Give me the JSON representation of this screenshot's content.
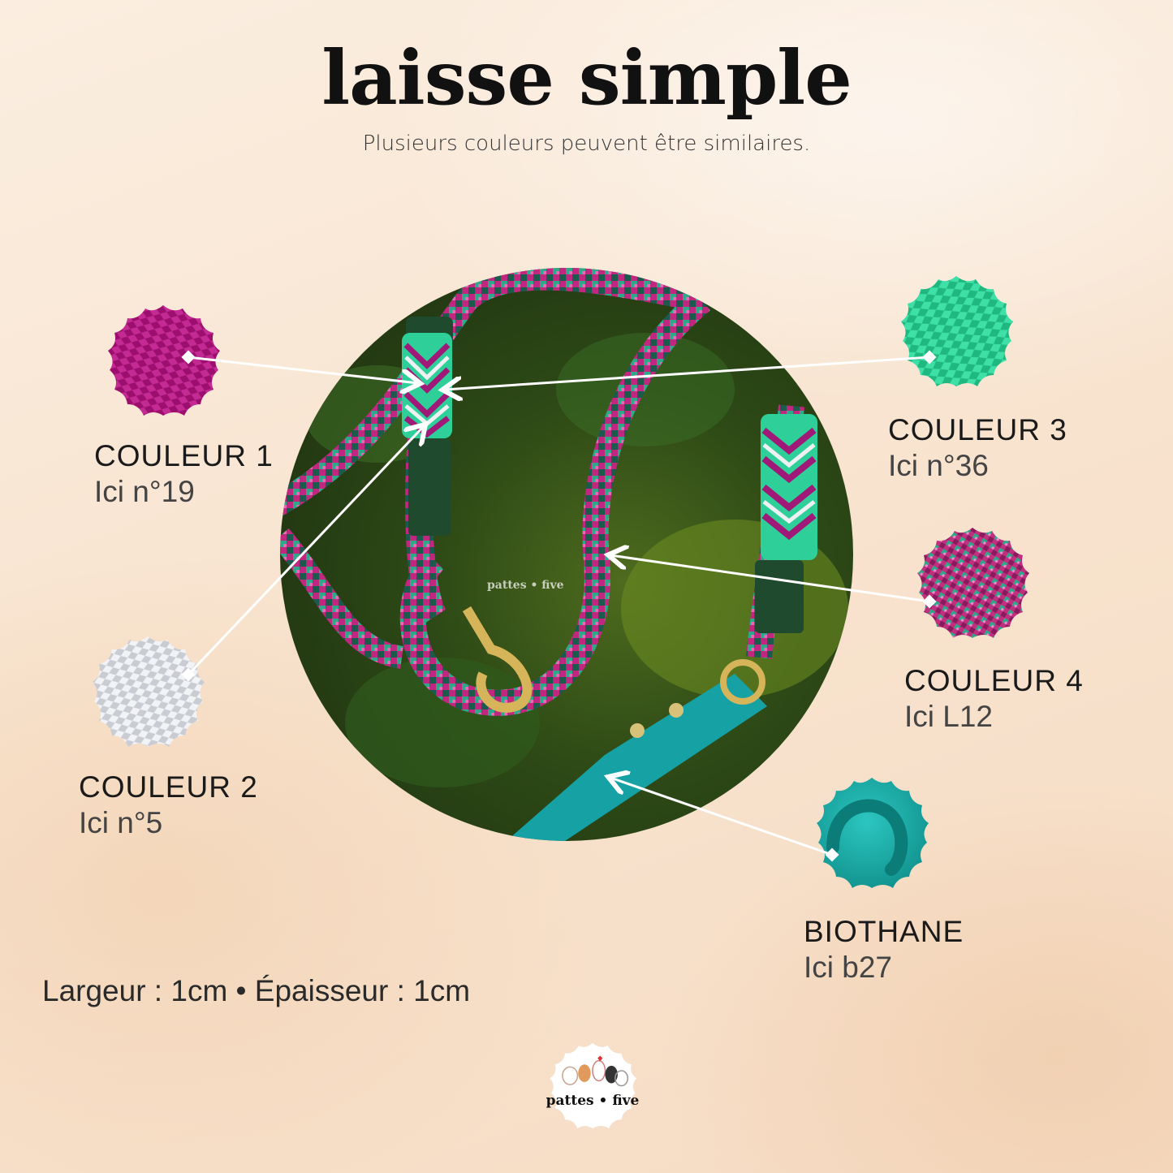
{
  "header": {
    "title": "laisse simple",
    "subtitle": "Plusieurs couleurs peuvent être similaires."
  },
  "swatches": [
    {
      "id": "couleur1",
      "name": "COULEUR 1",
      "ref": "Ici n°19",
      "color": "#b3157f"
    },
    {
      "id": "couleur2",
      "name": "COULEUR 2",
      "ref": "Ici n°5",
      "color": "#e4e6ea"
    },
    {
      "id": "couleur3",
      "name": "COULEUR 3",
      "ref": "Ici n°36",
      "color": "#2ecf98"
    },
    {
      "id": "couleur4",
      "name": "COULEUR 4",
      "ref": "Ici L12",
      "color": "#c0409a"
    },
    {
      "id": "biothane",
      "name": "BIOTHANE",
      "ref": "Ici b27",
      "color": "#17a8a3"
    }
  ],
  "dimensions": "Largeur : 1cm • Épaisseur : 1cm",
  "photo": {
    "watermark": "pattes • five"
  },
  "logo": {
    "text": "pattes • five"
  }
}
